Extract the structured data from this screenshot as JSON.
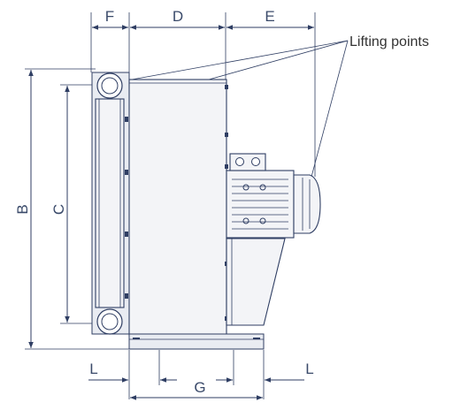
{
  "dimensions": {
    "F": "F",
    "D": "D",
    "E": "E",
    "B": "B",
    "C": "C",
    "L_left": "L",
    "L_right": "L",
    "G": "G"
  },
  "callout": {
    "lifting_points": "Lifting points"
  },
  "colors": {
    "line": "#2f3e63",
    "fill": "#f3f4f7"
  }
}
